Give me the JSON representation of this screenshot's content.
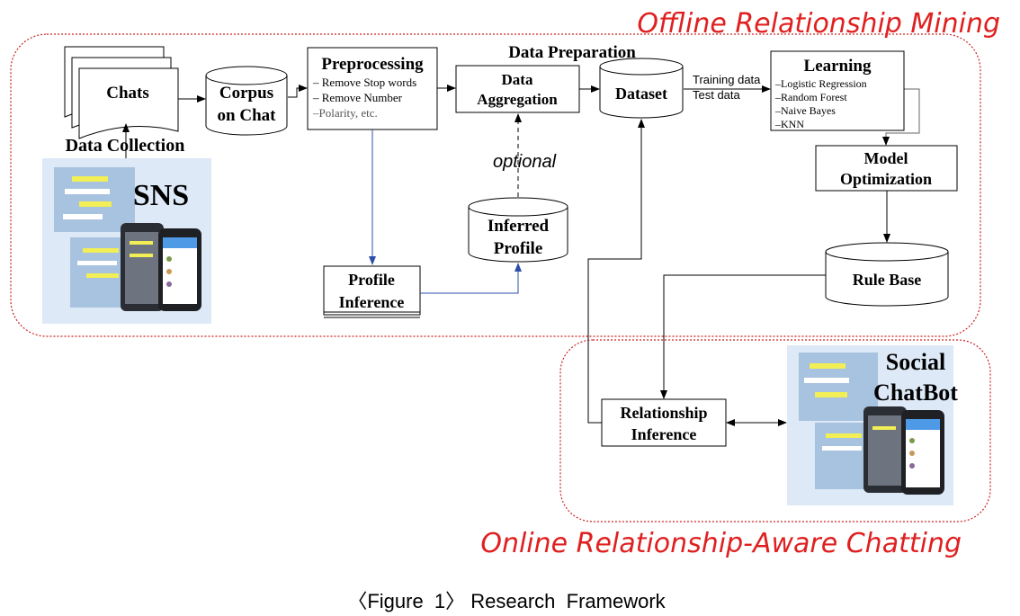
{
  "offline_title": "Offline Relationship Mining",
  "online_title": "Online Relationship-Aware Chatting",
  "caption": "〈Figure  1〉 Research  Framework",
  "colors": {
    "region_border": "#cc2222",
    "region_title": "#e02020",
    "blue_line": "#2b4fa8",
    "screenshot_bg": "#dde9f7"
  },
  "nodes": {
    "chats": "Chats",
    "data_collection": "Data Collection",
    "sns": "SNS",
    "corpus_line1": "Corpus",
    "corpus_line2": "on Chat",
    "preprocessing": {
      "title": "Preprocessing",
      "items": [
        "– Remove Stop words",
        "– Remove Number",
        "–Polarity, etc."
      ]
    },
    "data_preparation": "Data Preparation",
    "aggregation_line1": "Data",
    "aggregation_line2": "Aggregation",
    "dataset": "Dataset",
    "training_data": "Training data",
    "test_data": "Test data",
    "learning": {
      "title": "Learning",
      "items": [
        "–Logistic Regression",
        "–Random Forest",
        "–Naive Bayes",
        "–KNN"
      ]
    },
    "model_opt_line1": "Model",
    "model_opt_line2": "Optimization",
    "rule_base": "Rule Base",
    "optional": "optional",
    "inferred_line1": "Inferred",
    "inferred_line2": "Profile",
    "profile_inf_line1": "Profile",
    "profile_inf_line2": "Inference",
    "relationship_line1": "Relationship",
    "relationship_line2": "Inference",
    "social_line1": "Social",
    "social_line2": "ChatBot"
  }
}
